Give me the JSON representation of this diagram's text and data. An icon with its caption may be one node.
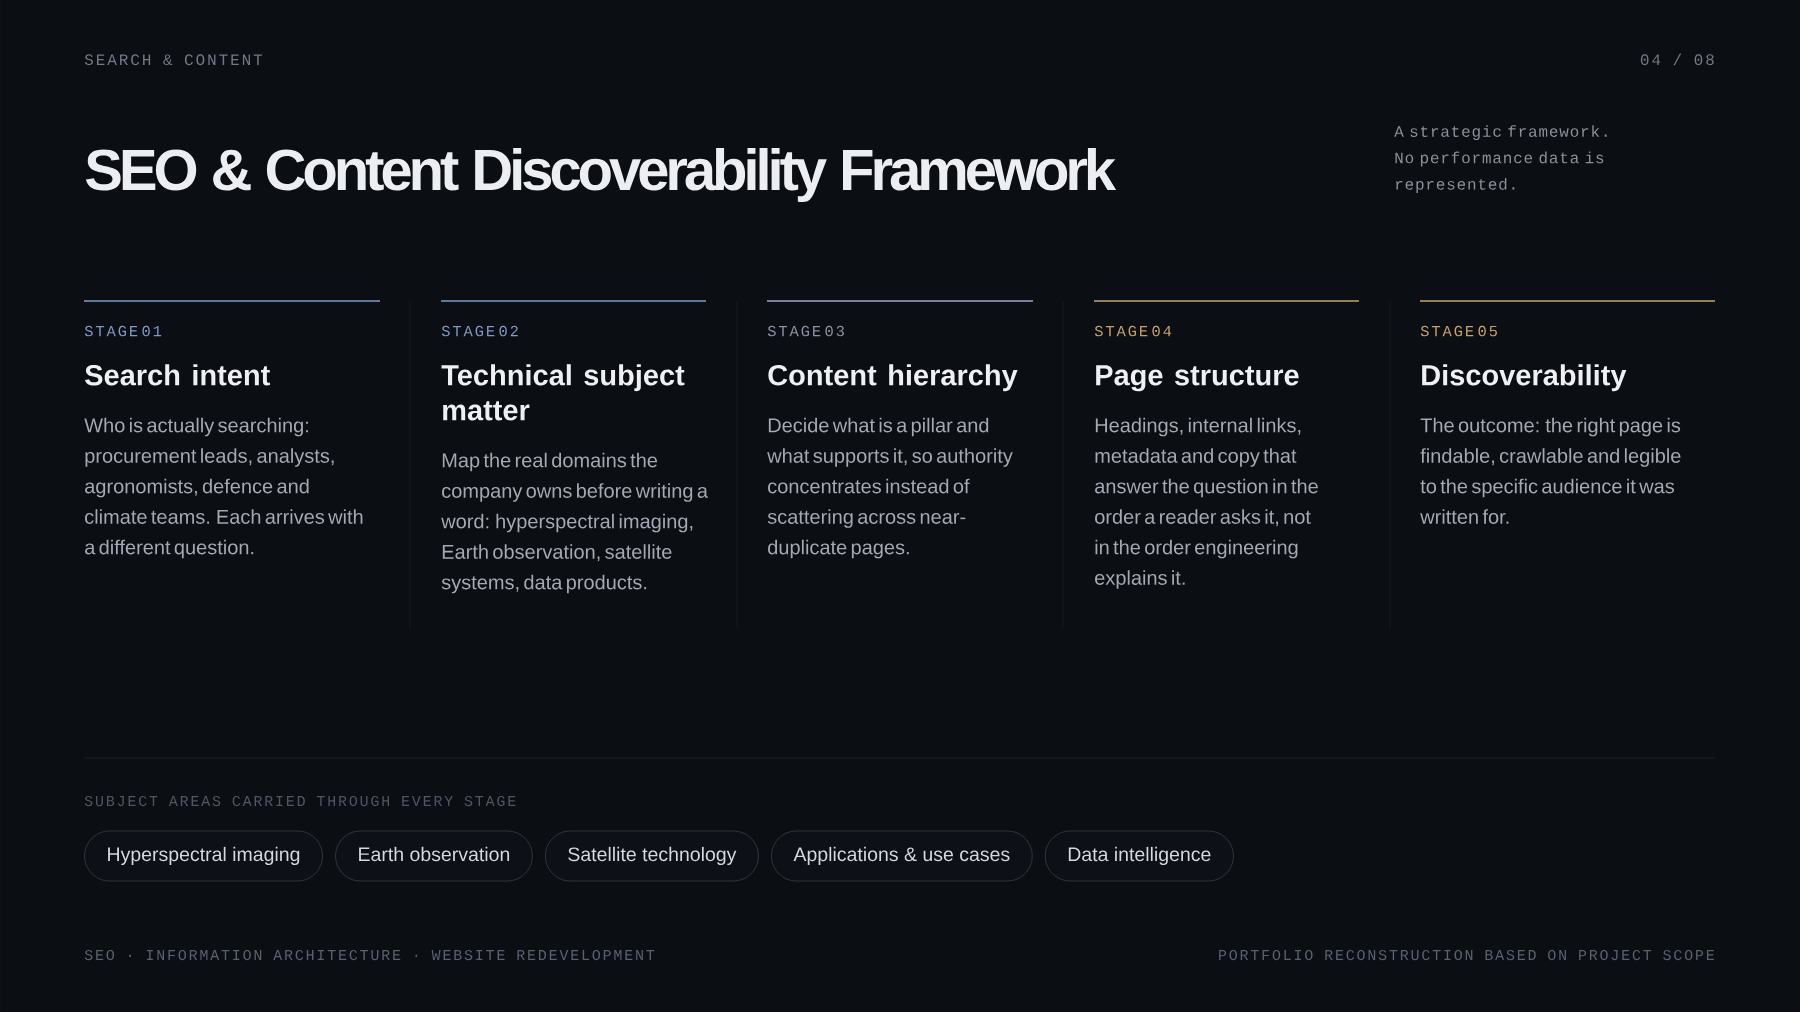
{
  "diagram": {
    "title": "SEO & Content Discoverability Framework",
    "nodes": [
      {
        "text": [
          "STAGE 01",
          "Search intent",
          "Who is actually searching: procurement leads, analysts, agronomists, defence and climate teams. Each arrives with a different question."
        ]
      },
      {
        "text": [
          "STAGE 02",
          "Technical subject matter",
          "Map the real domains the company owns before writing a word: hyperspectral imaging, Earth observation, satellite systems, data products."
        ]
      },
      {
        "text": [
          "STAGE 03",
          "Content hierarchy",
          "Decide what is a pillar and what supports it, so authority concentrates instead of scattering across near-duplicate pages."
        ]
      },
      {
        "text": [
          "STAGE 04",
          "Page structure",
          "Headings, internal links, metadata and copy that answer the question in the order a reader asks it, not in the order engineering explains it."
        ]
      },
      {
        "text": [
          "STAGE 05",
          "Discoverability",
          "The outcome: the right page is findable, crawlable and legible to the specific audience it was written for."
        ]
      },
      {
        "text": [
          "Hyperspectral imaging"
        ]
      },
      {
        "text": [
          "Earth observation"
        ]
      },
      {
        "text": [
          "Satellite technology"
        ]
      },
      {
        "text": [
          "Applications & use cases"
        ]
      },
      {
        "text": [
          "Data intelligence"
        ]
      }
    ],
    "labels": [
      "SEARCH & CONTENT",
      "04 / 08",
      "A strategic framework. No performance data is represented.",
      "SUBJECT AREAS CARRIED THROUGH EVERY STAGE",
      "SEO · INFORMATION ARCHITECTURE · WEBSITE REDEVELOPMENT",
      "PORTFOLIO RECONSTRUCTION BASED ON PROJECT SCOPE"
    ]
  }
}
